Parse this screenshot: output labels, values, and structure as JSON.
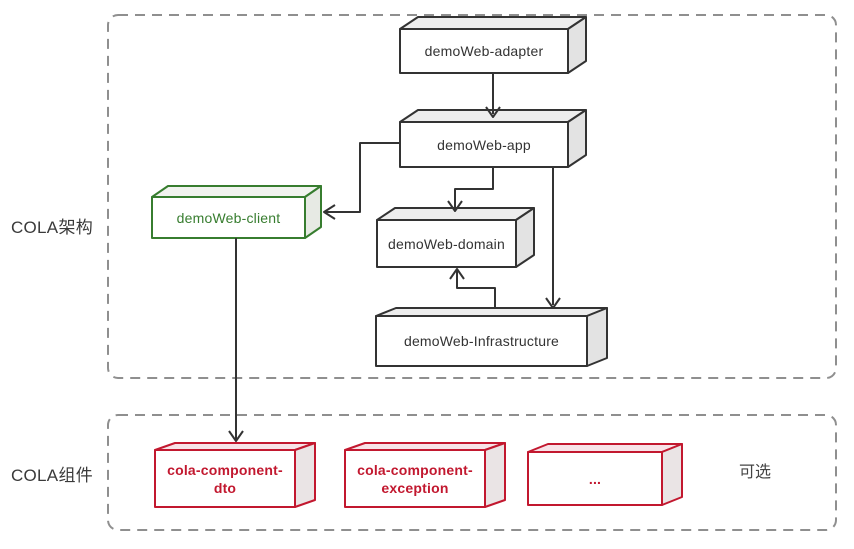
{
  "groups": {
    "architecture": "COLA架构",
    "components": "COLA组件"
  },
  "nodes": {
    "adapter": "demoWeb-adapter",
    "app": "demoWeb-app",
    "client": "demoWeb-client",
    "domain": "demoWeb-domain",
    "infrastructure": "demoWeb-Infrastructure",
    "dto": "cola-component-\ndto",
    "exception": "cola-component-\nexception",
    "more": "..."
  },
  "note": "可选",
  "edges": [
    {
      "from": "demoWeb-adapter",
      "to": "demoWeb-app"
    },
    {
      "from": "demoWeb-app",
      "to": "demoWeb-client"
    },
    {
      "from": "demoWeb-app",
      "to": "demoWeb-domain"
    },
    {
      "from": "demoWeb-app",
      "to": "demoWeb-Infrastructure"
    },
    {
      "from": "demoWeb-Infrastructure",
      "to": "demoWeb-domain"
    },
    {
      "from": "demoWeb-client",
      "to": "cola-component-dto"
    }
  ],
  "colors": {
    "node_stroke": "#333333",
    "client_accent": "#377d2f",
    "component_accent": "#c2182f",
    "container_dash": "#8f8f8f"
  }
}
